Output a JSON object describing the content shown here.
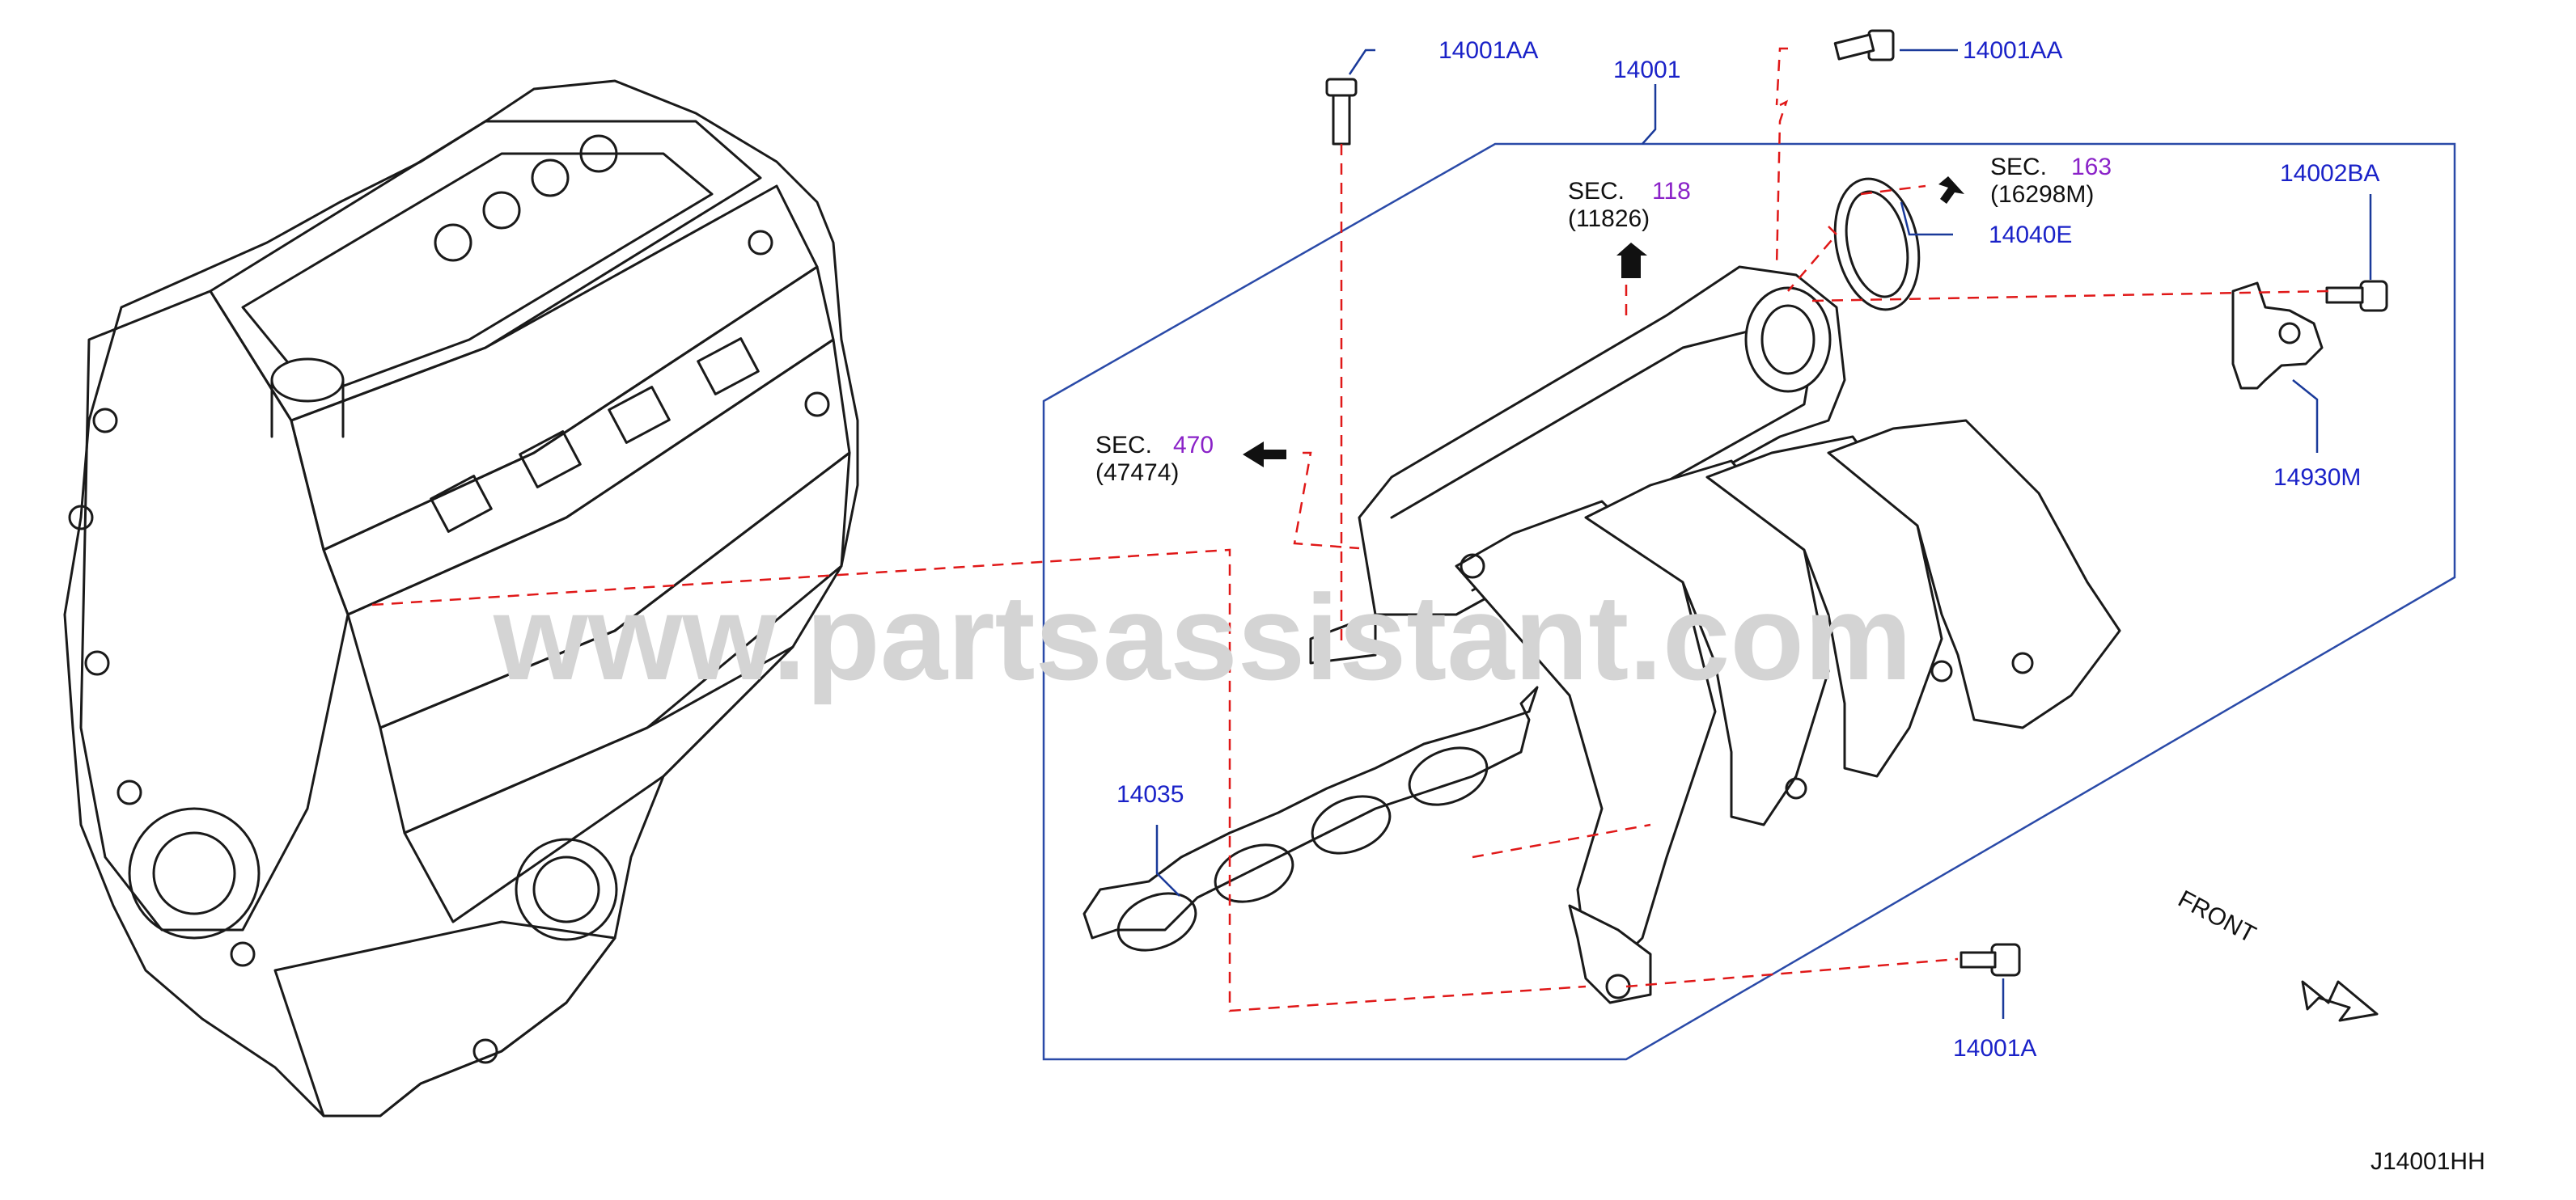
{
  "watermark": "www.partsassistant.com",
  "diagram_code": "J14001HH",
  "front_label": "FRONT",
  "parts": {
    "bolt_top_left": "14001AA",
    "bolt_top_right": "14001AA",
    "manifold": "14001",
    "gasket_ring": "14040E",
    "bolt_sensor": "14002BA",
    "sensor": "14930M",
    "manifold_gasket": "14035",
    "bolt_bottom": "14001A"
  },
  "section_refs": {
    "sec118": {
      "prefix": "SEC.",
      "number": "118",
      "sub": "(11826)"
    },
    "sec163": {
      "prefix": "SEC.",
      "number": "163",
      "sub": "(16298M)"
    },
    "sec470": {
      "prefix": "SEC.",
      "number": "470",
      "sub": "(47474)"
    }
  },
  "colors": {
    "callout": "#1a22c8",
    "section_number": "#8a22c8",
    "dashed_line": "#e01818",
    "group_box": "#2a4aa8",
    "watermark": "#d4d4d4"
  }
}
